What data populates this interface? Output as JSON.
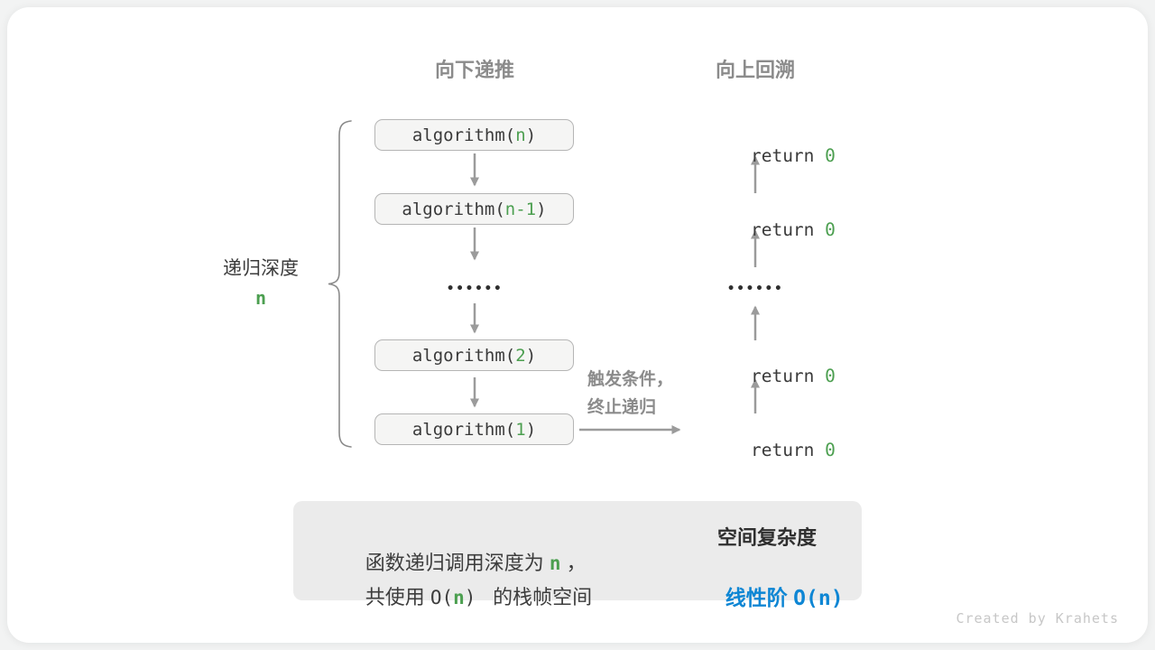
{
  "headings": {
    "recurse_down": "向下递推",
    "backtrack_up": "向上回溯"
  },
  "depth": {
    "label": "递归深度",
    "value": "n"
  },
  "stack": {
    "ellipsis": "••••••",
    "rows": [
      {
        "pre": "algorithm(",
        "arg": "n",
        "post": ")"
      },
      {
        "pre": "algorithm(",
        "arg": "n-1",
        "post": ")"
      },
      {
        "pre": "algorithm(",
        "arg": "2",
        "post": ")"
      },
      {
        "pre": "algorithm(",
        "arg": "1",
        "post": ")"
      }
    ]
  },
  "returns": {
    "ellipsis": "••••••",
    "rows": [
      {
        "pre": "return ",
        "val": "0"
      },
      {
        "pre": "return ",
        "val": "0"
      },
      {
        "pre": "return ",
        "val": "0"
      },
      {
        "pre": "return ",
        "val": "0"
      }
    ]
  },
  "trigger": {
    "line1": "触发条件，",
    "line2": "终止递归"
  },
  "summary": {
    "line1_pre": "函数递归调用深度为 ",
    "line1_var": "n",
    "line1_post": " ，",
    "line2_pre": "共使用 ",
    "line2_o": "O(",
    "line2_var": "n",
    "line2_close": ") ",
    "line2_post": " 的栈帧空间",
    "title": "空间复杂度",
    "result_pre": "线性阶 ",
    "result_big_o": "O(n)"
  },
  "watermark": "Created by Krahets",
  "colors": {
    "green": "#4c9f50",
    "blue": "#0e86d4",
    "label_gray": "#8b8b8b",
    "arrow_gray": "#9b9b9b",
    "box_fill": "#f5f5f4",
    "box_border": "#b5b5b5",
    "summary_fill": "#ebebeb"
  }
}
